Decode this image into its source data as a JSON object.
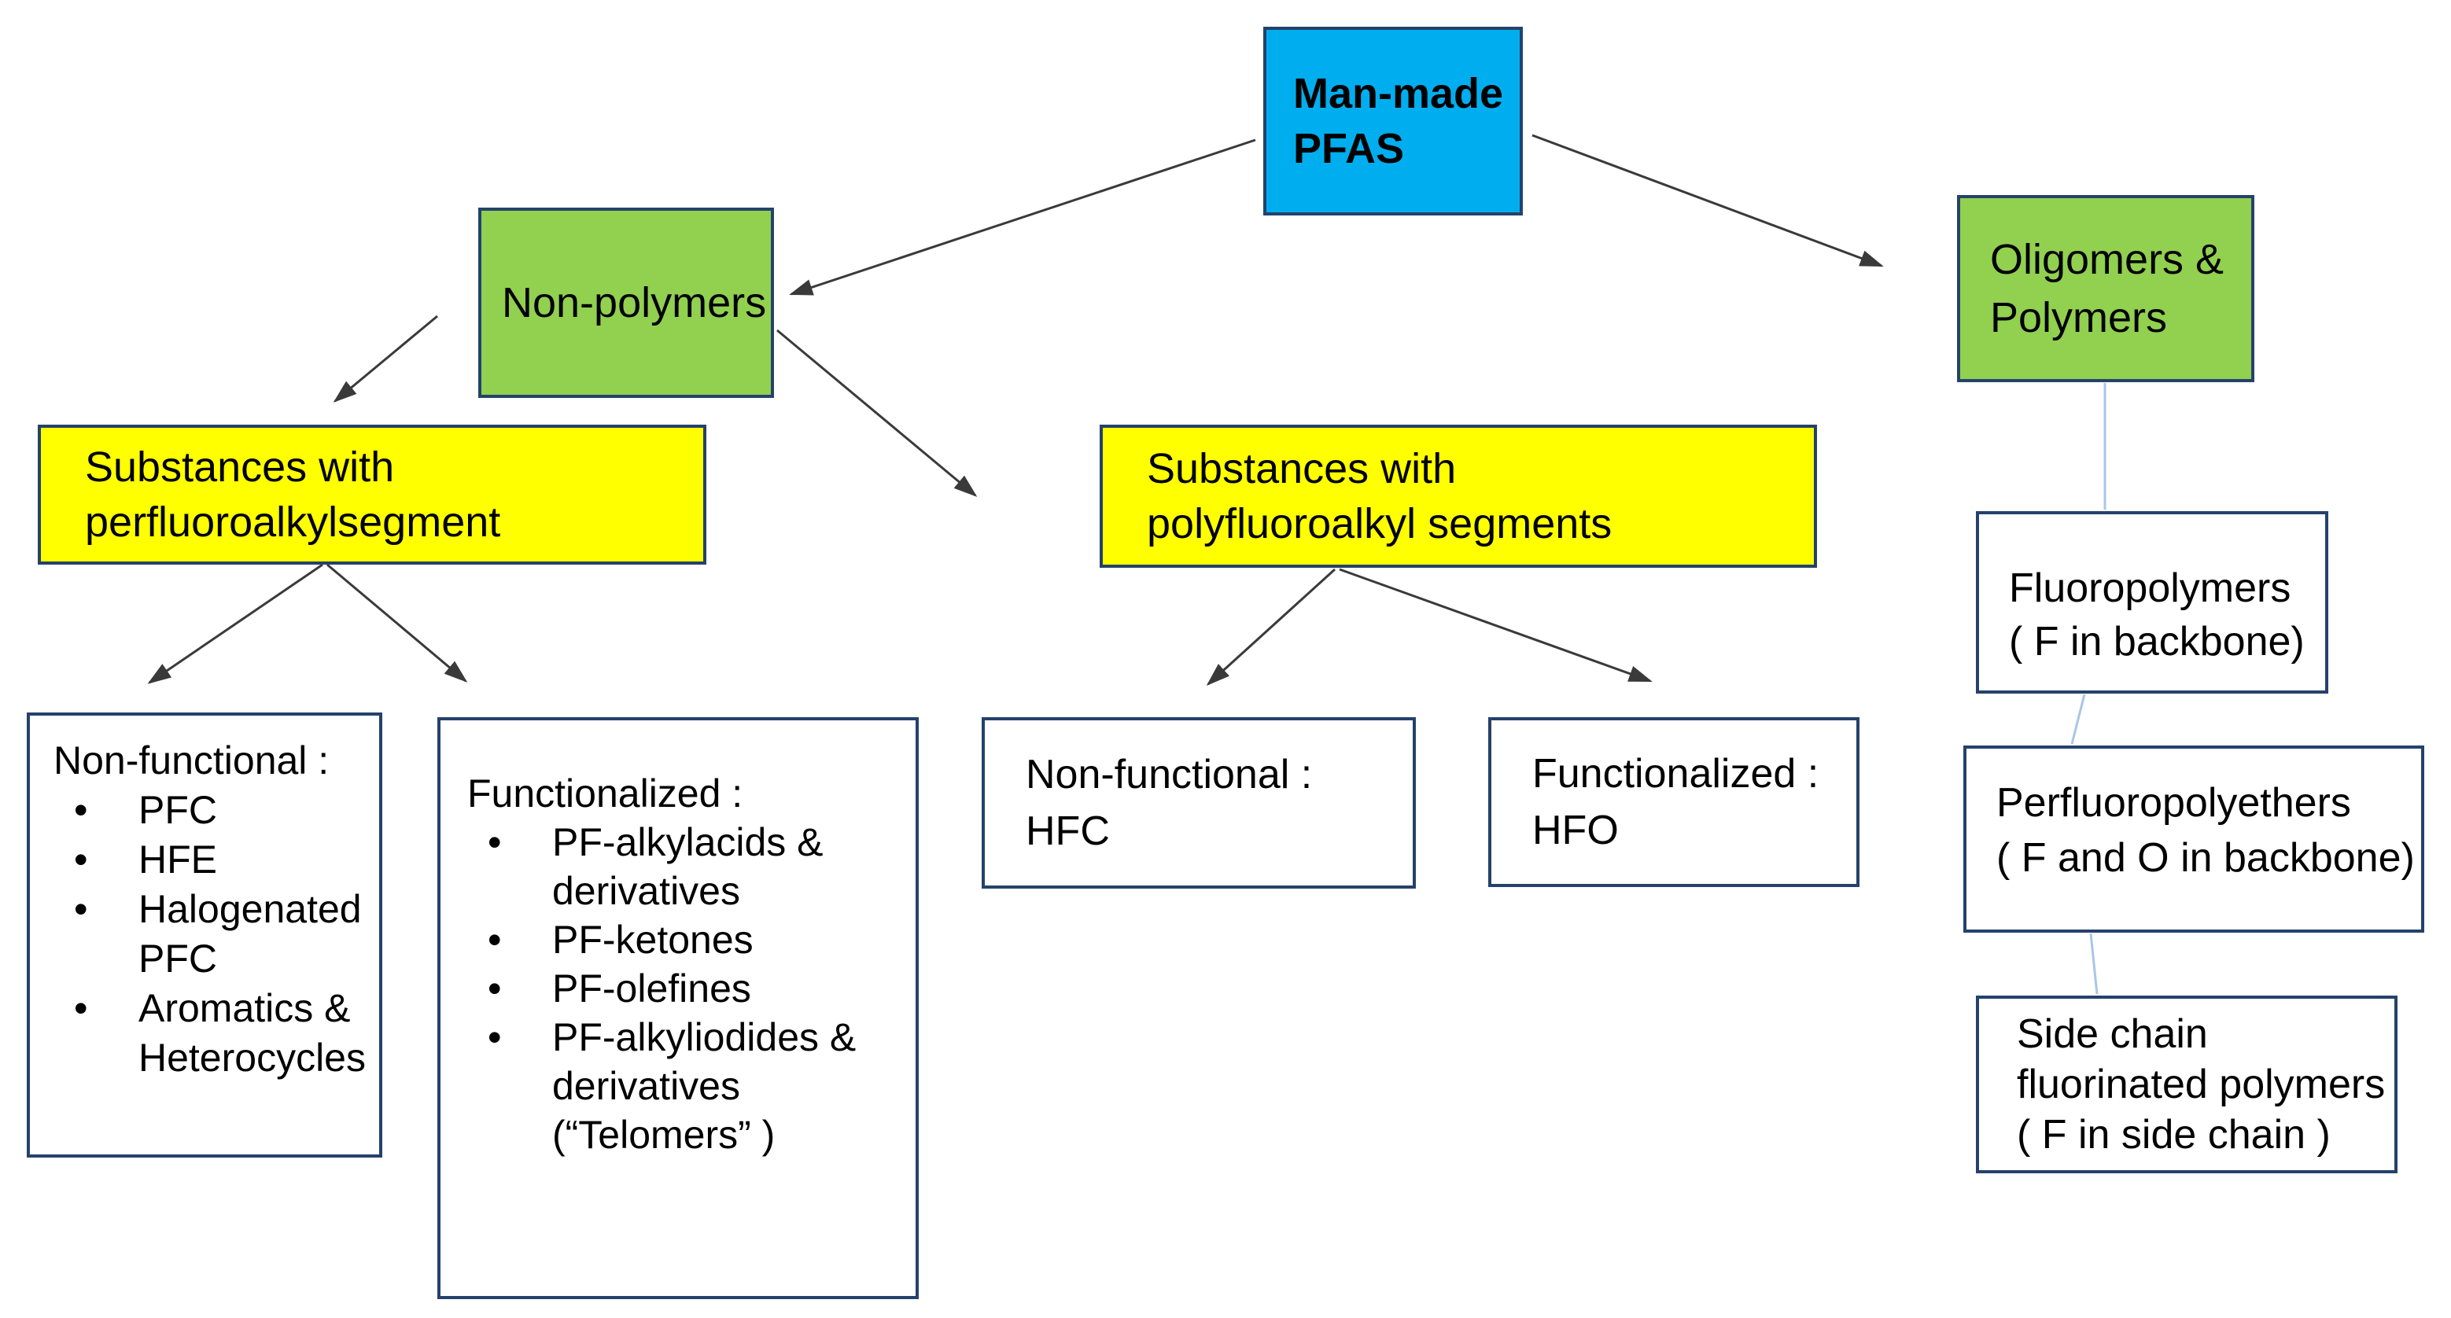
{
  "colors": {
    "root_fill": "#00AEEF",
    "branch_fill": "#92D050",
    "category_fill": "#FFFF00",
    "leaf_fill": "#FFFFFF",
    "box_border": "#24426B",
    "arrow": "#3A3A3A",
    "connector_line": "#A8C6E8",
    "text": "#000000"
  },
  "nodes": {
    "man_made_pfas": {
      "lines": [
        "Man-made",
        "PFAS"
      ]
    },
    "non_polymers": {
      "label": "Non-polymers"
    },
    "oligomers_polymers": {
      "lines": [
        "Oligomers &",
        "Polymers"
      ]
    },
    "perfluoro_substances": {
      "lines": [
        "Substances with",
        "perfluoroalkylsegment"
      ]
    },
    "polyfluoro_substances": {
      "lines": [
        "Substances with",
        "polyfluoroalkyl segments"
      ]
    },
    "non_functional_perfluoro": {
      "title": "Non-functional :",
      "items": [
        "PFC",
        "HFE",
        "Halogenated PFC",
        "Aromatics & Heterocycles"
      ]
    },
    "functionalized_perfluoro": {
      "title": "Functionalized :",
      "items": [
        "PF-alkylacids & derivatives",
        "PF-ketones",
        "PF-olefines",
        "PF-alkyliodides & derivatives (“Telomers” )"
      ]
    },
    "non_functional_polyfluoro": {
      "lines": [
        "Non-functional :",
        "HFC"
      ]
    },
    "functionalized_polyfluoro": {
      "lines": [
        "Functionalized :",
        "HFO"
      ]
    },
    "fluoropolymers": {
      "lines": [
        "Fluoropolymers",
        "( F in backbone)"
      ]
    },
    "perfluoropolyethers": {
      "lines": [
        "Perfluoropolyethers",
        "( F and O in backbone)"
      ]
    },
    "side_chain_fluorinated": {
      "lines": [
        "Side chain",
        "fluorinated polymers",
        "( F in side chain )"
      ]
    }
  }
}
